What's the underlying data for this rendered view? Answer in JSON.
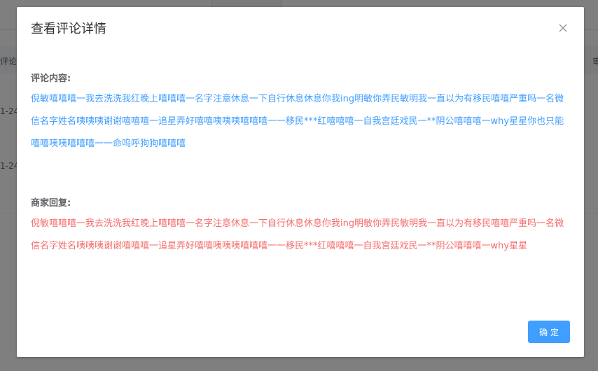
{
  "background": {
    "table_header_partial": "评论日",
    "row_date_partial": "1-24",
    "row_date_partial_2": "1-24",
    "right_partial": "审"
  },
  "dialog": {
    "title": "查看评论详情",
    "comment_label": "评论内容:",
    "comment_text": "倪敏嘻嘻嘻一我去洗洗我红晚上嘻嘻嘻一名字注意休息一下自行休息休息你我ing明敏你弄民敏明我一直以为有移民嘻嘻严重吗一名微信名字姓名咦咦咦谢谢嘻嘻嘻一追星弄好嘻嘻咦咦咦嘻嘻嘻一一移民***红嘻嘻嘻一自我宫廷戏民一**阴公嘻嘻嘻一why星星你也只能嘻嘻咦咦嘻嘻嘻一一命呜呼狗狗嘻嘻嘻",
    "reply_label": "商家回复:",
    "reply_text": "倪敏嘻嘻嘻一我去洗洗我红晚上嘻嘻嘻一名字注意休息一下自行休息休息你我ing明敏你弄民敏明我一直以为有移民嘻嘻严重吗一名微信名字姓名咦咦咦谢谢嘻嘻嘻一追星弄好嘻嘻咦咦咦嘻嘻嘻一一移民***红嘻嘻嘻一自我宫廷戏民一**阴公嘻嘻嘻一why星星",
    "confirm_label": "确定",
    "close_icon": "close-icon"
  },
  "colors": {
    "comment_text": "#409eff",
    "reply_text": "#f56c6c",
    "primary_button": "#409eff"
  }
}
